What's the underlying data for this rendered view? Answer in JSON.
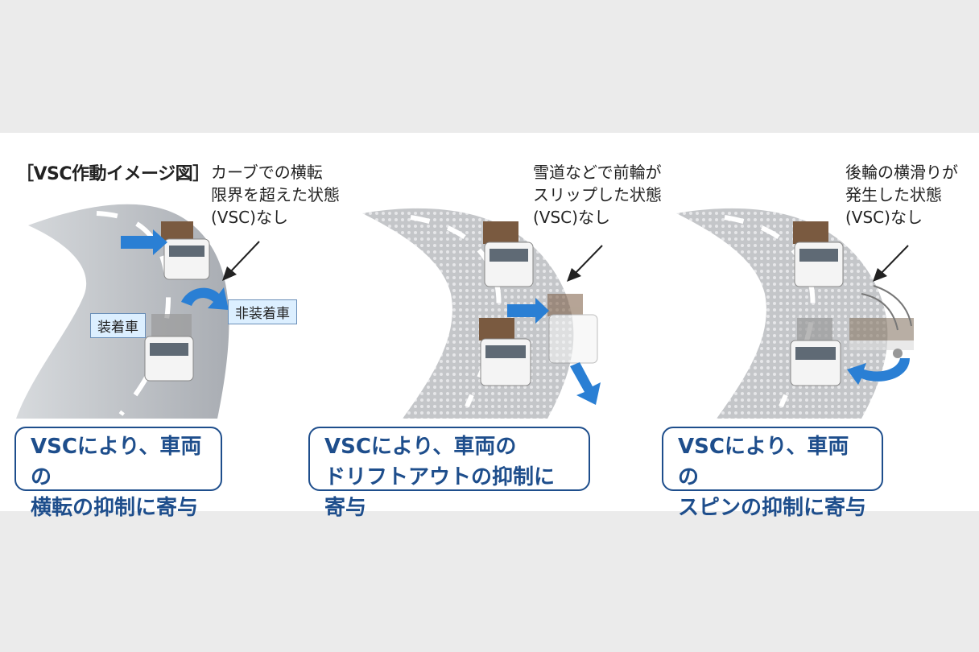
{
  "header": {
    "title": "［VSC作動イメージ図］"
  },
  "panels": [
    {
      "condition": "カーブでの横転\n限界を超えた状態\n(VSC)なし",
      "effect": "VSCにより、車両の\n横転の抑制に寄与",
      "label_equipped": "装着車",
      "label_not_equipped": "非装着車"
    },
    {
      "condition": "雪道などで前輪が\nスリップした状態\n(VSC)なし",
      "effect": "VSCにより、車両の\nドリフトアウトの抑制に寄与"
    },
    {
      "condition": "後輪の横滑りが\n発生した状態\n(VSC)なし",
      "effect": "VSCにより、車両の\nスピンの抑制に寄与"
    }
  ],
  "colors": {
    "accent": "#1e4e8c",
    "arrow": "#2a7fd4",
    "road": "#bfc3c9",
    "snow_road": "#cfd1d4"
  }
}
